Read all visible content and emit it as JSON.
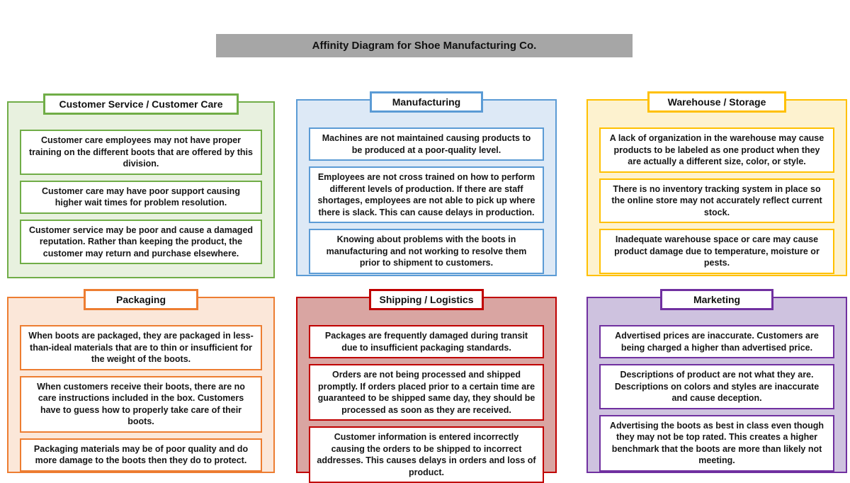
{
  "title_bar": {
    "text": "Affinity Diagram for Shoe Manufacturing Co.",
    "bg": "#A6A6A6"
  },
  "groups": [
    {
      "label": "Customer Service / Customer Care",
      "accent": "#70AD47",
      "tint": "#E8F1DF",
      "notes": [
        "Customer care employees may not have proper training on the different boots that are offered by this division.",
        "Customer care may have poor support causing higher wait times for problem resolution.",
        "Customer service may be poor and cause a damaged reputation. Rather than keeping the product, the customer may return and purchase elsewhere."
      ]
    },
    {
      "label": "Manufacturing",
      "accent": "#5B9BD5",
      "tint": "#DDE9F6",
      "notes": [
        "Machines are not maintained causing products to be produced at a poor-quality level.",
        "Employees are not cross trained on how to perform different levels of production. If there are staff shortages, employees are not able to pick up where there is slack. This can cause delays in production.",
        "Knowing about problems with the boots in manufacturing and not working to resolve them prior to shipment to customers."
      ]
    },
    {
      "label": "Warehouse / Storage",
      "accent": "#FFC000",
      "tint": "#FDF2CF",
      "notes": [
        "A lack of organization in the warehouse may cause products to be labeled as one product when they are actually a different size, color, or style.",
        "There is no inventory tracking system in place so the online store may not accurately reflect current stock.",
        "Inadequate warehouse space or care may cause product damage due to temperature, moisture or pests."
      ]
    },
    {
      "label": "Packaging",
      "accent": "#ED7D31",
      "tint": "#FBE7D9",
      "notes": [
        "When boots are packaged, they are packaged in less-than-ideal materials that are to thin or insufficient for the weight of the boots.",
        "When customers receive their boots, there are no care instructions included in the box. Customers have to guess how to properly take care of their boots.",
        "Packaging materials may be of poor quality and do more damage to the boots then they do to protect."
      ]
    },
    {
      "label": "Shipping / Logistics",
      "accent": "#C00000",
      "tint": "#D9A5A2",
      "notes": [
        "Packages are frequently damaged during transit due to insufficient packaging standards.",
        "Orders are not being processed and shipped promptly. If orders placed prior to a certain time are guaranteed to be shipped same day, they should be processed as soon as they are received.",
        "Customer information is entered incorrectly causing the orders to be shipped to incorrect addresses. This causes delays in orders and loss of product."
      ]
    },
    {
      "label": "Marketing",
      "accent": "#7030A0",
      "tint": "#CEC2DF",
      "notes": [
        "Advertised prices are inaccurate. Customers are being charged a higher than advertised price.",
        "Descriptions of product are not what they are. Descriptions on colors and styles are inaccurate and cause deception.",
        "Advertising the boots as best in class even though they may not be top rated. This creates a higher benchmark that the boots are more than likely not meeting."
      ]
    }
  ]
}
